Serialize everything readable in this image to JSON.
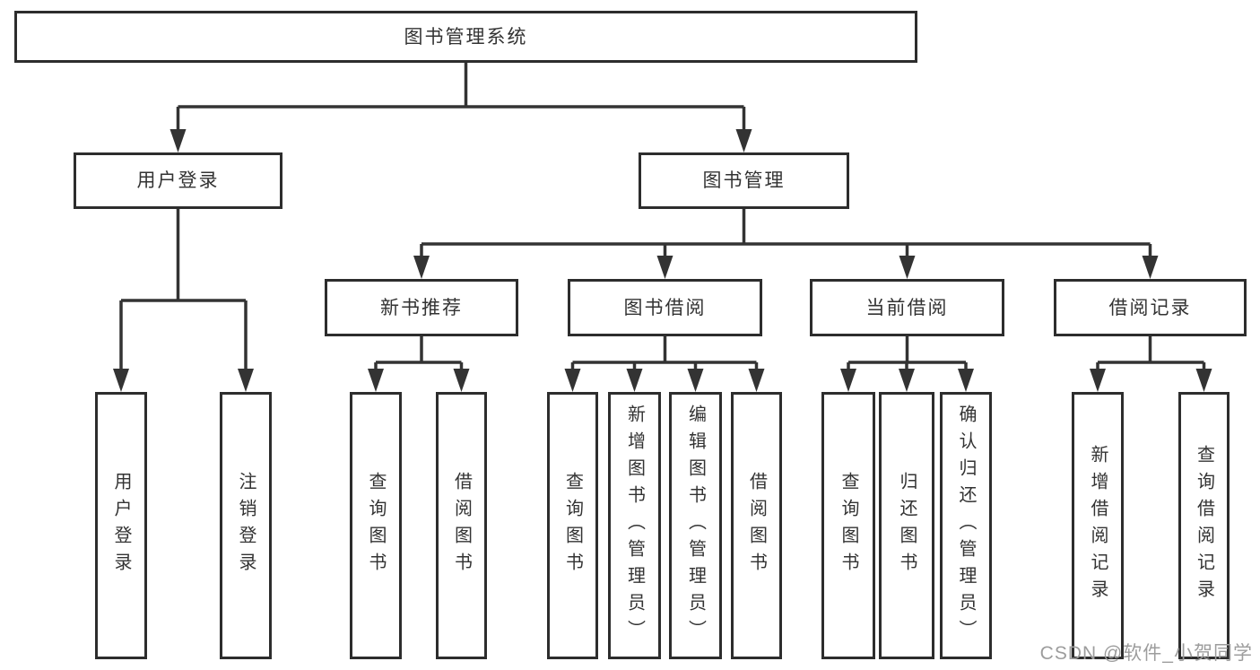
{
  "diagram": {
    "title": "图书管理系统"
  },
  "nodes": [
    {
      "id": "root",
      "label": "图书管理系统"
    },
    {
      "id": "user-login",
      "label": "用户登录"
    },
    {
      "id": "book-mgmt",
      "label": "图书管理"
    },
    {
      "id": "new-book-rec",
      "label": "新书推荐"
    },
    {
      "id": "book-borrow",
      "label": "图书借阅"
    },
    {
      "id": "current-borrow",
      "label": "当前借阅"
    },
    {
      "id": "borrow-records",
      "label": "借阅记录"
    },
    {
      "id": "leaf-user-login",
      "label": "用户登录"
    },
    {
      "id": "leaf-logout",
      "label": "注销登录"
    },
    {
      "id": "leaf-query-book-a",
      "label": "查询图书"
    },
    {
      "id": "leaf-borrow-book-a",
      "label": "借阅图书"
    },
    {
      "id": "leaf-query-book-b",
      "label": "查询图书"
    },
    {
      "id": "leaf-add-book",
      "label": "新增图书（管理员）"
    },
    {
      "id": "leaf-edit-book",
      "label": "编辑图书（管理员）"
    },
    {
      "id": "leaf-borrow-book-b",
      "label": "借阅图书"
    },
    {
      "id": "leaf-query-book-c",
      "label": "查询图书"
    },
    {
      "id": "leaf-return-book",
      "label": "归还图书"
    },
    {
      "id": "leaf-confirm-return",
      "label": "确认归还（管理员）"
    },
    {
      "id": "leaf-add-record",
      "label": "新增借阅记录"
    },
    {
      "id": "leaf-query-record",
      "label": "查询借阅记录"
    }
  ],
  "hierarchy": {
    "root": [
      "user-login",
      "book-mgmt"
    ],
    "user-login": [
      "leaf-user-login",
      "leaf-logout"
    ],
    "book-mgmt": [
      "new-book-rec",
      "book-borrow",
      "current-borrow",
      "borrow-records"
    ],
    "new-book-rec": [
      "leaf-query-book-a",
      "leaf-borrow-book-a"
    ],
    "book-borrow": [
      "leaf-query-book-b",
      "leaf-add-book",
      "leaf-edit-book",
      "leaf-borrow-book-b"
    ],
    "current-borrow": [
      "leaf-query-book-c",
      "leaf-return-book",
      "leaf-confirm-return"
    ],
    "borrow-records": [
      "leaf-add-record",
      "leaf-query-record"
    ]
  },
  "watermark": {
    "text": "CSDN @软件_小贺同学"
  },
  "colors": {
    "line": "#333333",
    "box_border": "#2d2d2d",
    "text": "#333333",
    "background": "#ffffff",
    "watermark": "#9d9d9d"
  }
}
